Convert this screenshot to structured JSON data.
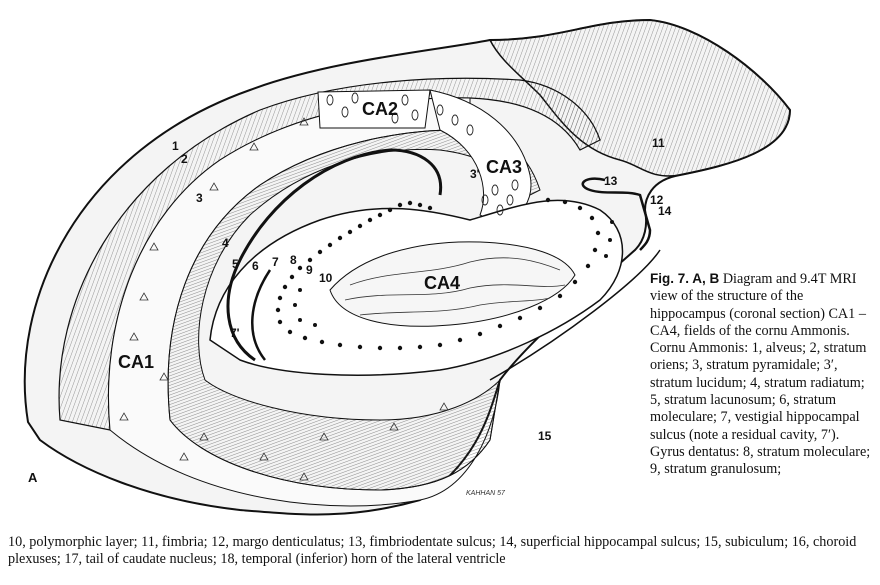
{
  "figure": {
    "panel_letter": "A",
    "signature": "KAHHAN 57",
    "region_labels": {
      "ca1": "CA1",
      "ca2": "CA2",
      "ca3": "CA3",
      "ca4": "CA4"
    },
    "number_labels": {
      "n1": "1",
      "n2": "2",
      "n3": "3",
      "n3p": "3'",
      "n4": "4",
      "n5": "5",
      "n6": "6",
      "n7": "7",
      "n7p": "7'",
      "n8": "8",
      "n9": "9",
      "n10": "10",
      "n11": "11",
      "n12": "12",
      "n13": "13",
      "n14": "14",
      "n15": "15"
    }
  },
  "caption": {
    "fig_id": "Fig. 7. A, B",
    "side_text": "Diagram and 9.4T MRI view of the structure of the hippocampus (coronal section) CA1 – CA4, fields of the cornu Ammonis. Cornu Ammonis: 1, alveus; 2, stratum oriens; 3, stratum pyramidale; 3′, stratum lucidum; 4, stratum radiatum; 5, stratum lacunosum; 6, stratum moleculare; 7, vestigial hippocampal sulcus (note a residual cavity, 7′). Gyrus dentatus: 8, stratum moleculare; 9, stratum granulosum;",
    "bottom_text": "10, polymorphic layer; 11, fimbria; 12, margo denticulatus; 13, fimbriodentate sulcus; 14, superficial hippocampal sulcus; 15, subiculum; 16, choroid plexuses; 17, tail of caudate nucleus; 18, temporal (inferior) horn of the lateral ventricle"
  }
}
